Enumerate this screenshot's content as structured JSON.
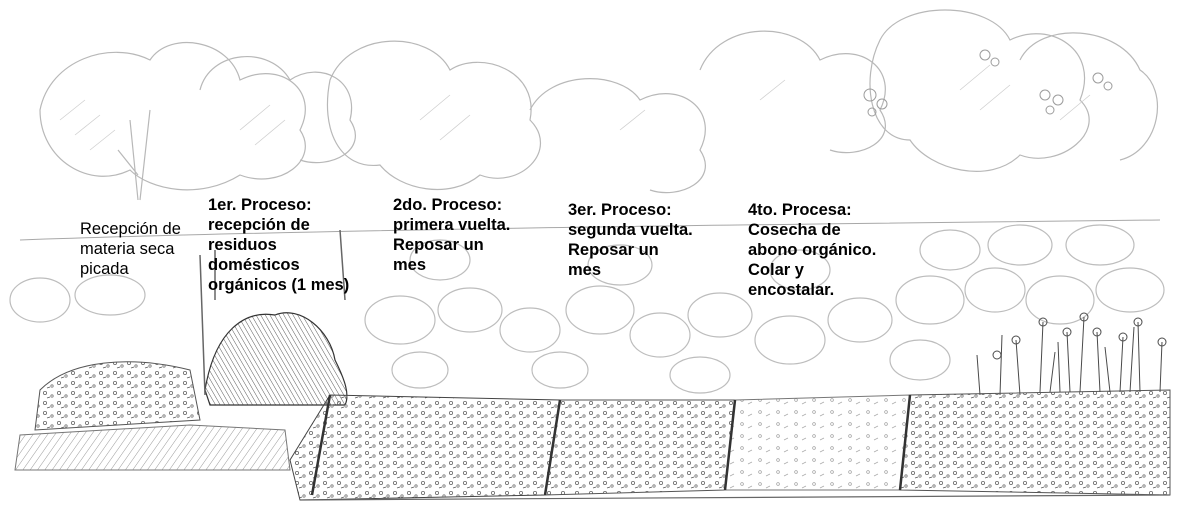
{
  "labels": {
    "reception": "Recepción de\nmateria seca\npicada",
    "process_1": "1er. Proceso:\nrecepción de\nresiduos\ndomésticos\norgánicos (1 mes)",
    "process_2": "2do. Proceso:\nprimera vuelta.\nReposar un\nmes",
    "process_3": "3er. Proceso:\nsegunda vuelta.\nReposar un\nmes",
    "process_4": "4to. Procesa:\nCosecha de\nabono orgánico.\nColar y\nencostalar."
  },
  "colors": {
    "pencil": "#6e6e6e",
    "pencil_light": "#b5b5b5",
    "pencil_dark": "#3a3a3a",
    "paper": "#ffffff"
  }
}
